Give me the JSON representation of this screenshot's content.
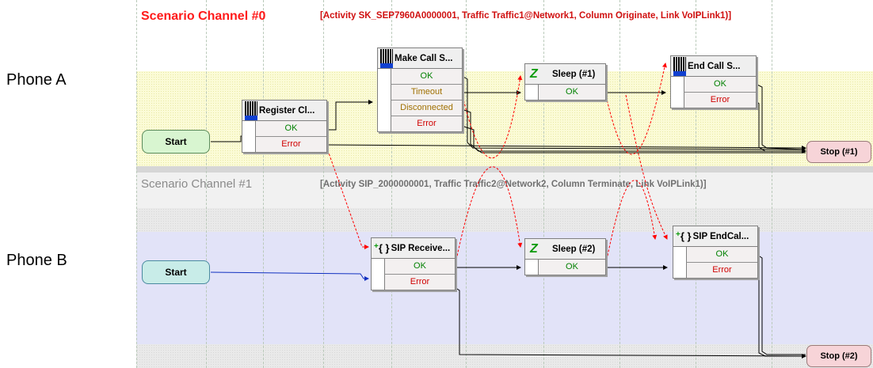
{
  "side_labels": {
    "phone_a": "Phone A",
    "phone_b": "Phone B"
  },
  "channels": [
    {
      "title": "Scenario Channel #0",
      "title_color": "#ff1a1a",
      "desc": "[Activity SK_SEP7960A0000001, Traffic Traffic1@Network1, Column Originate, Link VoIPLink1)]",
      "desc_color": "#d01010",
      "start": "Start",
      "stop": "Stop (#1)"
    },
    {
      "title": "Scenario Channel #1",
      "title_color": "#8a8a8a",
      "desc": "[Activity SIP_2000000001, Traffic Traffic2@Network2, Column Terminate, Link VoIPLink1)]",
      "desc_color": "#707070",
      "start": "Start",
      "stop": "Stop (#2)"
    }
  ],
  "blocks": {
    "register": {
      "title": "Register Cl...",
      "icon": "hl-icon",
      "rows": [
        "OK",
        "Error"
      ]
    },
    "make_call": {
      "title": "Make Call S...",
      "icon": "hl-icon",
      "rows": [
        "OK",
        "Timeout",
        "Disconnected",
        "Error"
      ]
    },
    "sleep1": {
      "title": "Sleep (#1)",
      "icon": "sleep-icon",
      "rows": [
        "OK"
      ]
    },
    "end_call": {
      "title": "End Call S...",
      "icon": "hl-icon",
      "rows": [
        "OK",
        "Error"
      ]
    },
    "sip_recv": {
      "title": "SIP Receive...",
      "icon": "code-icon",
      "rows": [
        "OK",
        "Error"
      ]
    },
    "sleep2": {
      "title": "Sleep (#2)",
      "icon": "sleep-icon",
      "rows": [
        "OK"
      ]
    },
    "sip_end": {
      "title": "SIP EndCal...",
      "icon": "code-icon",
      "rows": [
        "OK",
        "Error"
      ]
    }
  },
  "colors": {
    "ok_text": "#008000",
    "timeout_text": "#a07000",
    "error_text": "#d00000",
    "sync_link": "#ff0000",
    "start_a_fill": "#d8f5d0",
    "start_b_fill": "#c8ece8",
    "stop_fill": "#f7d4d8"
  }
}
